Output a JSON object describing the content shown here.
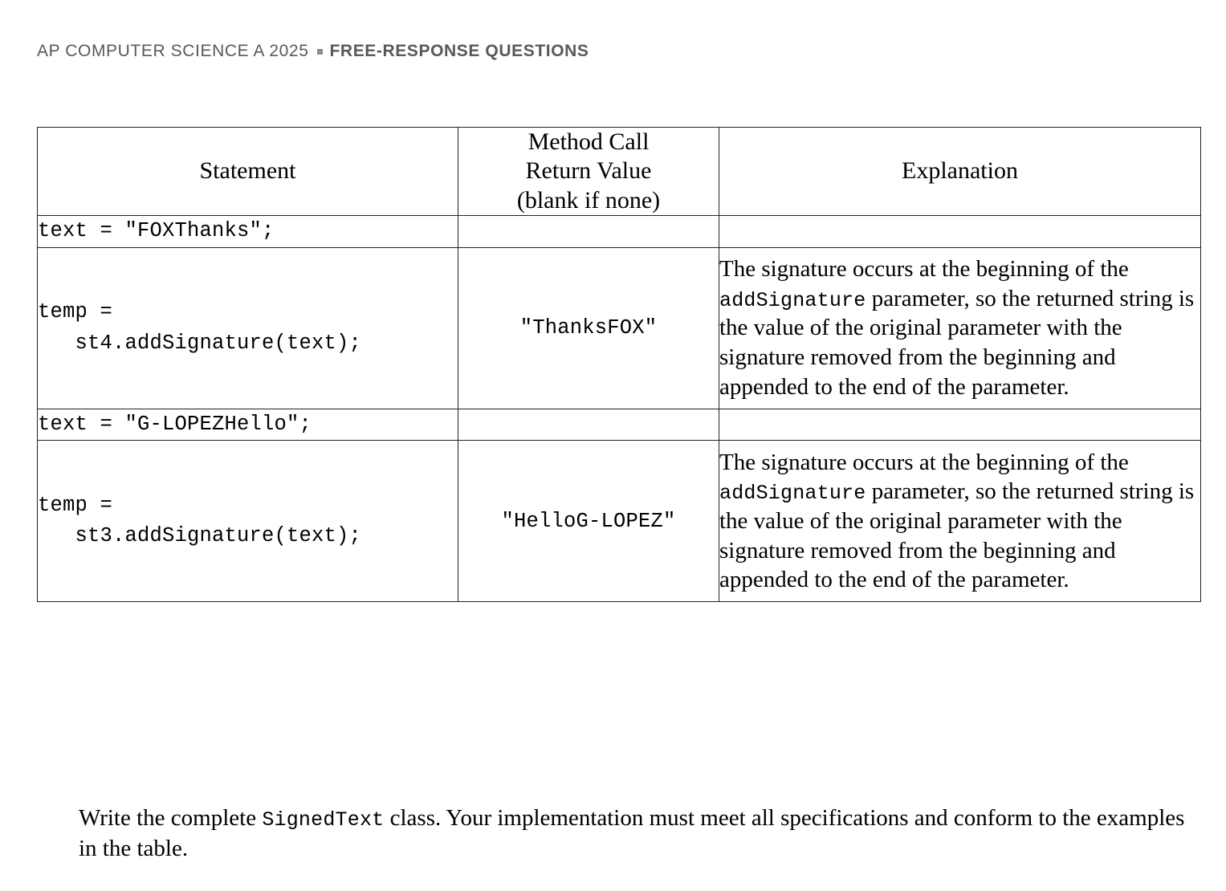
{
  "header": {
    "exam": "AP COMPUTER SCIENCE A 2025",
    "separator_icon": "small-square-separator",
    "section": "FREE-RESPONSE QUESTIONS",
    "color": "#58595b"
  },
  "table": {
    "columns": [
      {
        "label": "Statement"
      },
      {
        "label_line1": "Method Call",
        "label_line2": "Return Value",
        "label_line3": "(blank if none)"
      },
      {
        "label": "Explanation"
      }
    ],
    "rows": [
      {
        "statement_line1": "text = \"FOXThanks\";",
        "statement_line2": "",
        "return_value": "",
        "explanation_pre": "",
        "explanation_mono": "",
        "explanation_post": ""
      },
      {
        "statement_line1": "temp =",
        "statement_line2": "   st4.addSignature(text);",
        "return_value": "\"ThanksFOX\"",
        "explanation_pre": "The signature occurs at the beginning of the ",
        "explanation_mono": "addSignature",
        "explanation_post": " parameter, so the returned string is the value of the original parameter with the signature removed from the beginning and appended to the end of the parameter."
      },
      {
        "statement_line1": "text = \"G-LOPEZHello\";",
        "statement_line2": "",
        "return_value": "",
        "explanation_pre": "",
        "explanation_mono": "",
        "explanation_post": ""
      },
      {
        "statement_line1": "temp =",
        "statement_line2": "   st3.addSignature(text);",
        "return_value": "\"HelloG-LOPEZ\"",
        "explanation_pre": "The signature occurs at the beginning of the ",
        "explanation_mono": "addSignature",
        "explanation_post": " parameter, so the returned string is the value of the original parameter with the signature removed from the beginning and appended to the end of the parameter."
      }
    ]
  },
  "closing": {
    "pre": "Write the complete ",
    "mono": "SignedText",
    "post": " class. Your implementation must meet all specifications and conform to the examples in the table."
  }
}
